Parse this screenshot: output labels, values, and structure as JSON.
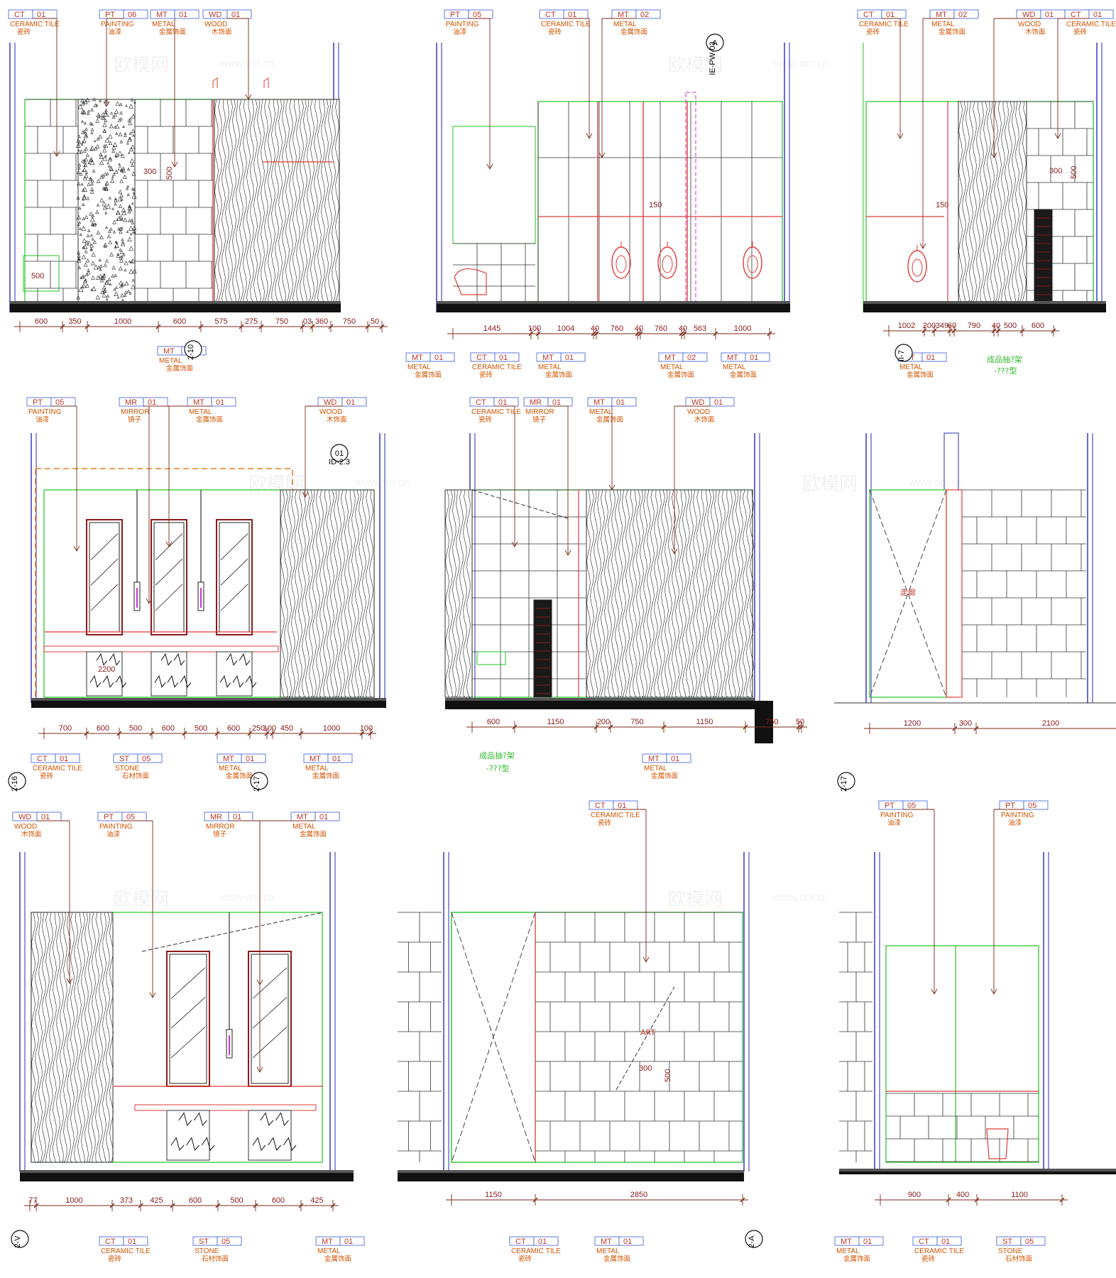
{
  "colors": {
    "wall": "#2a2ab8",
    "outline": "#22c322",
    "leader": "#7a2a1a",
    "tag": "#d35400",
    "floor": "#111111",
    "red": "#e23b3b",
    "magenta": "#c936c9",
    "note": "#2db82d"
  },
  "watermark": {
    "cn": "欧模网",
    "url": "www.om.cn"
  },
  "elevations": [
    {
      "id": "e1",
      "tags": [
        {
          "code": "CT 01",
          "name": "CERAMIC TILE",
          "cn": "瓷砖"
        },
        {
          "code": "PT 06",
          "name": "PAINTING",
          "cn": "油漆"
        },
        {
          "code": "MT 01",
          "name": "METAL",
          "cn": "金属饰面"
        },
        {
          "code": "WD 01",
          "name": "WOOD",
          "cn": "木饰面"
        },
        {
          "code": "MT 01",
          "name": "METAL",
          "cn": "金属饰面"
        }
      ],
      "dims": [
        "600",
        "350",
        "1000",
        "600",
        "575",
        "275",
        "750",
        "03",
        "360",
        "750",
        "50"
      ],
      "inner": [
        "300",
        "500",
        "500"
      ],
      "refs": [
        "2-10"
      ],
      "notes": []
    },
    {
      "id": "e2",
      "tags": [
        {
          "code": "PT 05",
          "name": "PAINTING",
          "cn": "油漆"
        },
        {
          "code": "CT 01",
          "name": "CERAMIC TILE",
          "cn": "瓷砖"
        },
        {
          "code": "MT 02",
          "name": "METAL",
          "cn": "金属饰面"
        },
        {
          "code": "MT 01",
          "name": "METAL",
          "cn": "金属饰面"
        },
        {
          "code": "CT 01",
          "name": "CERAMIC TILE",
          "cn": "瓷砖"
        },
        {
          "code": "MT 01",
          "name": "METAL",
          "cn": "金属饰面"
        },
        {
          "code": "MT 02",
          "name": "METAL",
          "cn": "金属饰面"
        },
        {
          "code": "MT 01",
          "name": "METAL",
          "cn": "金属饰面"
        }
      ],
      "dims": [
        "1445",
        "100",
        "1004",
        "40",
        "760",
        "40",
        "760",
        "40",
        "563",
        "1000"
      ],
      "inner": [
        "150"
      ],
      "refs": [
        "A",
        "IE-PW-03"
      ],
      "notes": []
    },
    {
      "id": "e3",
      "tags": [
        {
          "code": "CT 01",
          "name": "CERAMIC TILE",
          "cn": "瓷砖"
        },
        {
          "code": "MT 02",
          "name": "METAL",
          "cn": "金属饰面"
        },
        {
          "code": "WD 01",
          "name": "WOOD",
          "cn": "木饰面"
        },
        {
          "code": "CT 01",
          "name": "CERAMIC TILE",
          "cn": "瓷砖"
        },
        {
          "code": "MT 01",
          "name": "METAL",
          "cn": "金属饰面"
        }
      ],
      "dims": [
        "1002",
        "200",
        "349",
        "60",
        "790",
        "40",
        "500",
        "600"
      ],
      "inner": [
        "150",
        "300",
        "500"
      ],
      "refs": [
        "II-7"
      ],
      "notes": [
        "成品抽?架",
        "-???型"
      ]
    },
    {
      "id": "e4",
      "tags": [
        {
          "code": "PT 05",
          "name": "PAINTING",
          "cn": "油漆"
        },
        {
          "code": "MR 01",
          "name": "MIRROR",
          "cn": "镜子"
        },
        {
          "code": "MT 01",
          "name": "METAL",
          "cn": "金属饰面"
        },
        {
          "code": "WD 01",
          "name": "WOOD",
          "cn": "木饰面"
        },
        {
          "code": "CT 01",
          "name": "CERAMIC TILE",
          "cn": "瓷砖"
        },
        {
          "code": "ST 05",
          "name": "STONE",
          "cn": "石材饰面"
        },
        {
          "code": "MT 01",
          "name": "METAL",
          "cn": "金属饰面"
        },
        {
          "code": "MT 01",
          "name": "METAL",
          "cn": "金属饰面"
        }
      ],
      "dims": [
        "700",
        "600",
        "500",
        "600",
        "500",
        "600",
        "250",
        "100",
        "450",
        "1000",
        "100"
      ],
      "inner": [
        "2200"
      ],
      "refs": [
        "01",
        "ID-2.3",
        "2-16",
        "2-17"
      ],
      "notes": []
    },
    {
      "id": "e5",
      "tags": [
        {
          "code": "CT 01",
          "name": "CERAMIC TILE",
          "cn": "瓷砖"
        },
        {
          "code": "MR 01",
          "name": "MIRROR",
          "cn": "镜子"
        },
        {
          "code": "MT 01",
          "name": "METAL",
          "cn": "金属饰面"
        },
        {
          "code": "WD 01",
          "name": "WOOD",
          "cn": "木饰面"
        },
        {
          "code": "MT 01",
          "name": "METAL",
          "cn": "金属饰面"
        }
      ],
      "dims": [
        "600",
        "1150",
        "200",
        "750",
        "1150",
        "750",
        "50"
      ],
      "inner": [],
      "refs": [],
      "notes": [
        "成品抽?架",
        "-???型"
      ]
    },
    {
      "id": "e6",
      "tags": [],
      "dims": [
        "1200",
        "300",
        "2100"
      ],
      "inner": [
        "走廊"
      ],
      "refs": [
        "2-17"
      ],
      "notes": []
    },
    {
      "id": "e7",
      "tags": [
        {
          "code": "WD 01",
          "name": "WOOD",
          "cn": "木饰面"
        },
        {
          "code": "PT 05",
          "name": "PAINTING",
          "cn": "油漆"
        },
        {
          "code": "MR 01",
          "name": "MIRROR",
          "cn": "镜子"
        },
        {
          "code": "MT 01",
          "name": "METAL",
          "cn": "金属饰面"
        },
        {
          "code": "CT 01",
          "name": "CERAMIC TILE",
          "cn": "瓷砖"
        },
        {
          "code": "ST 05",
          "name": "STONE",
          "cn": "石材饰面"
        },
        {
          "code": "MT 01",
          "name": "METAL",
          "cn": "金属饰面"
        }
      ],
      "dims": [
        "77",
        "1000",
        "373",
        "425",
        "600",
        "500",
        "600",
        "425"
      ],
      "inner": [],
      "refs": [
        "2-V"
      ],
      "notes": []
    },
    {
      "id": "e8",
      "tags": [
        {
          "code": "CT 01",
          "name": "CERAMIC TILE",
          "cn": "瓷砖"
        },
        {
          "code": "CT 01",
          "name": "CERAMIC TILE",
          "cn": "瓷砖"
        },
        {
          "code": "MT 01",
          "name": "METAL",
          "cn": "金属饰面"
        }
      ],
      "dims": [
        "1150",
        "2850"
      ],
      "inner": [
        "ART",
        "300",
        "500"
      ],
      "refs": [
        "2-A"
      ],
      "notes": []
    },
    {
      "id": "e9",
      "tags": [
        {
          "code": "PT 05",
          "name": "PAINTING",
          "cn": "油漆"
        },
        {
          "code": "PT 05",
          "name": "PAINTING",
          "cn": "油漆"
        },
        {
          "code": "MT 01",
          "name": "METAL",
          "cn": "金属饰面"
        },
        {
          "code": "CT 01",
          "name": "CERAMIC TILE",
          "cn": "瓷砖"
        },
        {
          "code": "ST 05",
          "name": "STONE",
          "cn": "石材饰面"
        }
      ],
      "dims": [
        "900",
        "400",
        "1100"
      ],
      "inner": [],
      "refs": [],
      "notes": []
    }
  ]
}
